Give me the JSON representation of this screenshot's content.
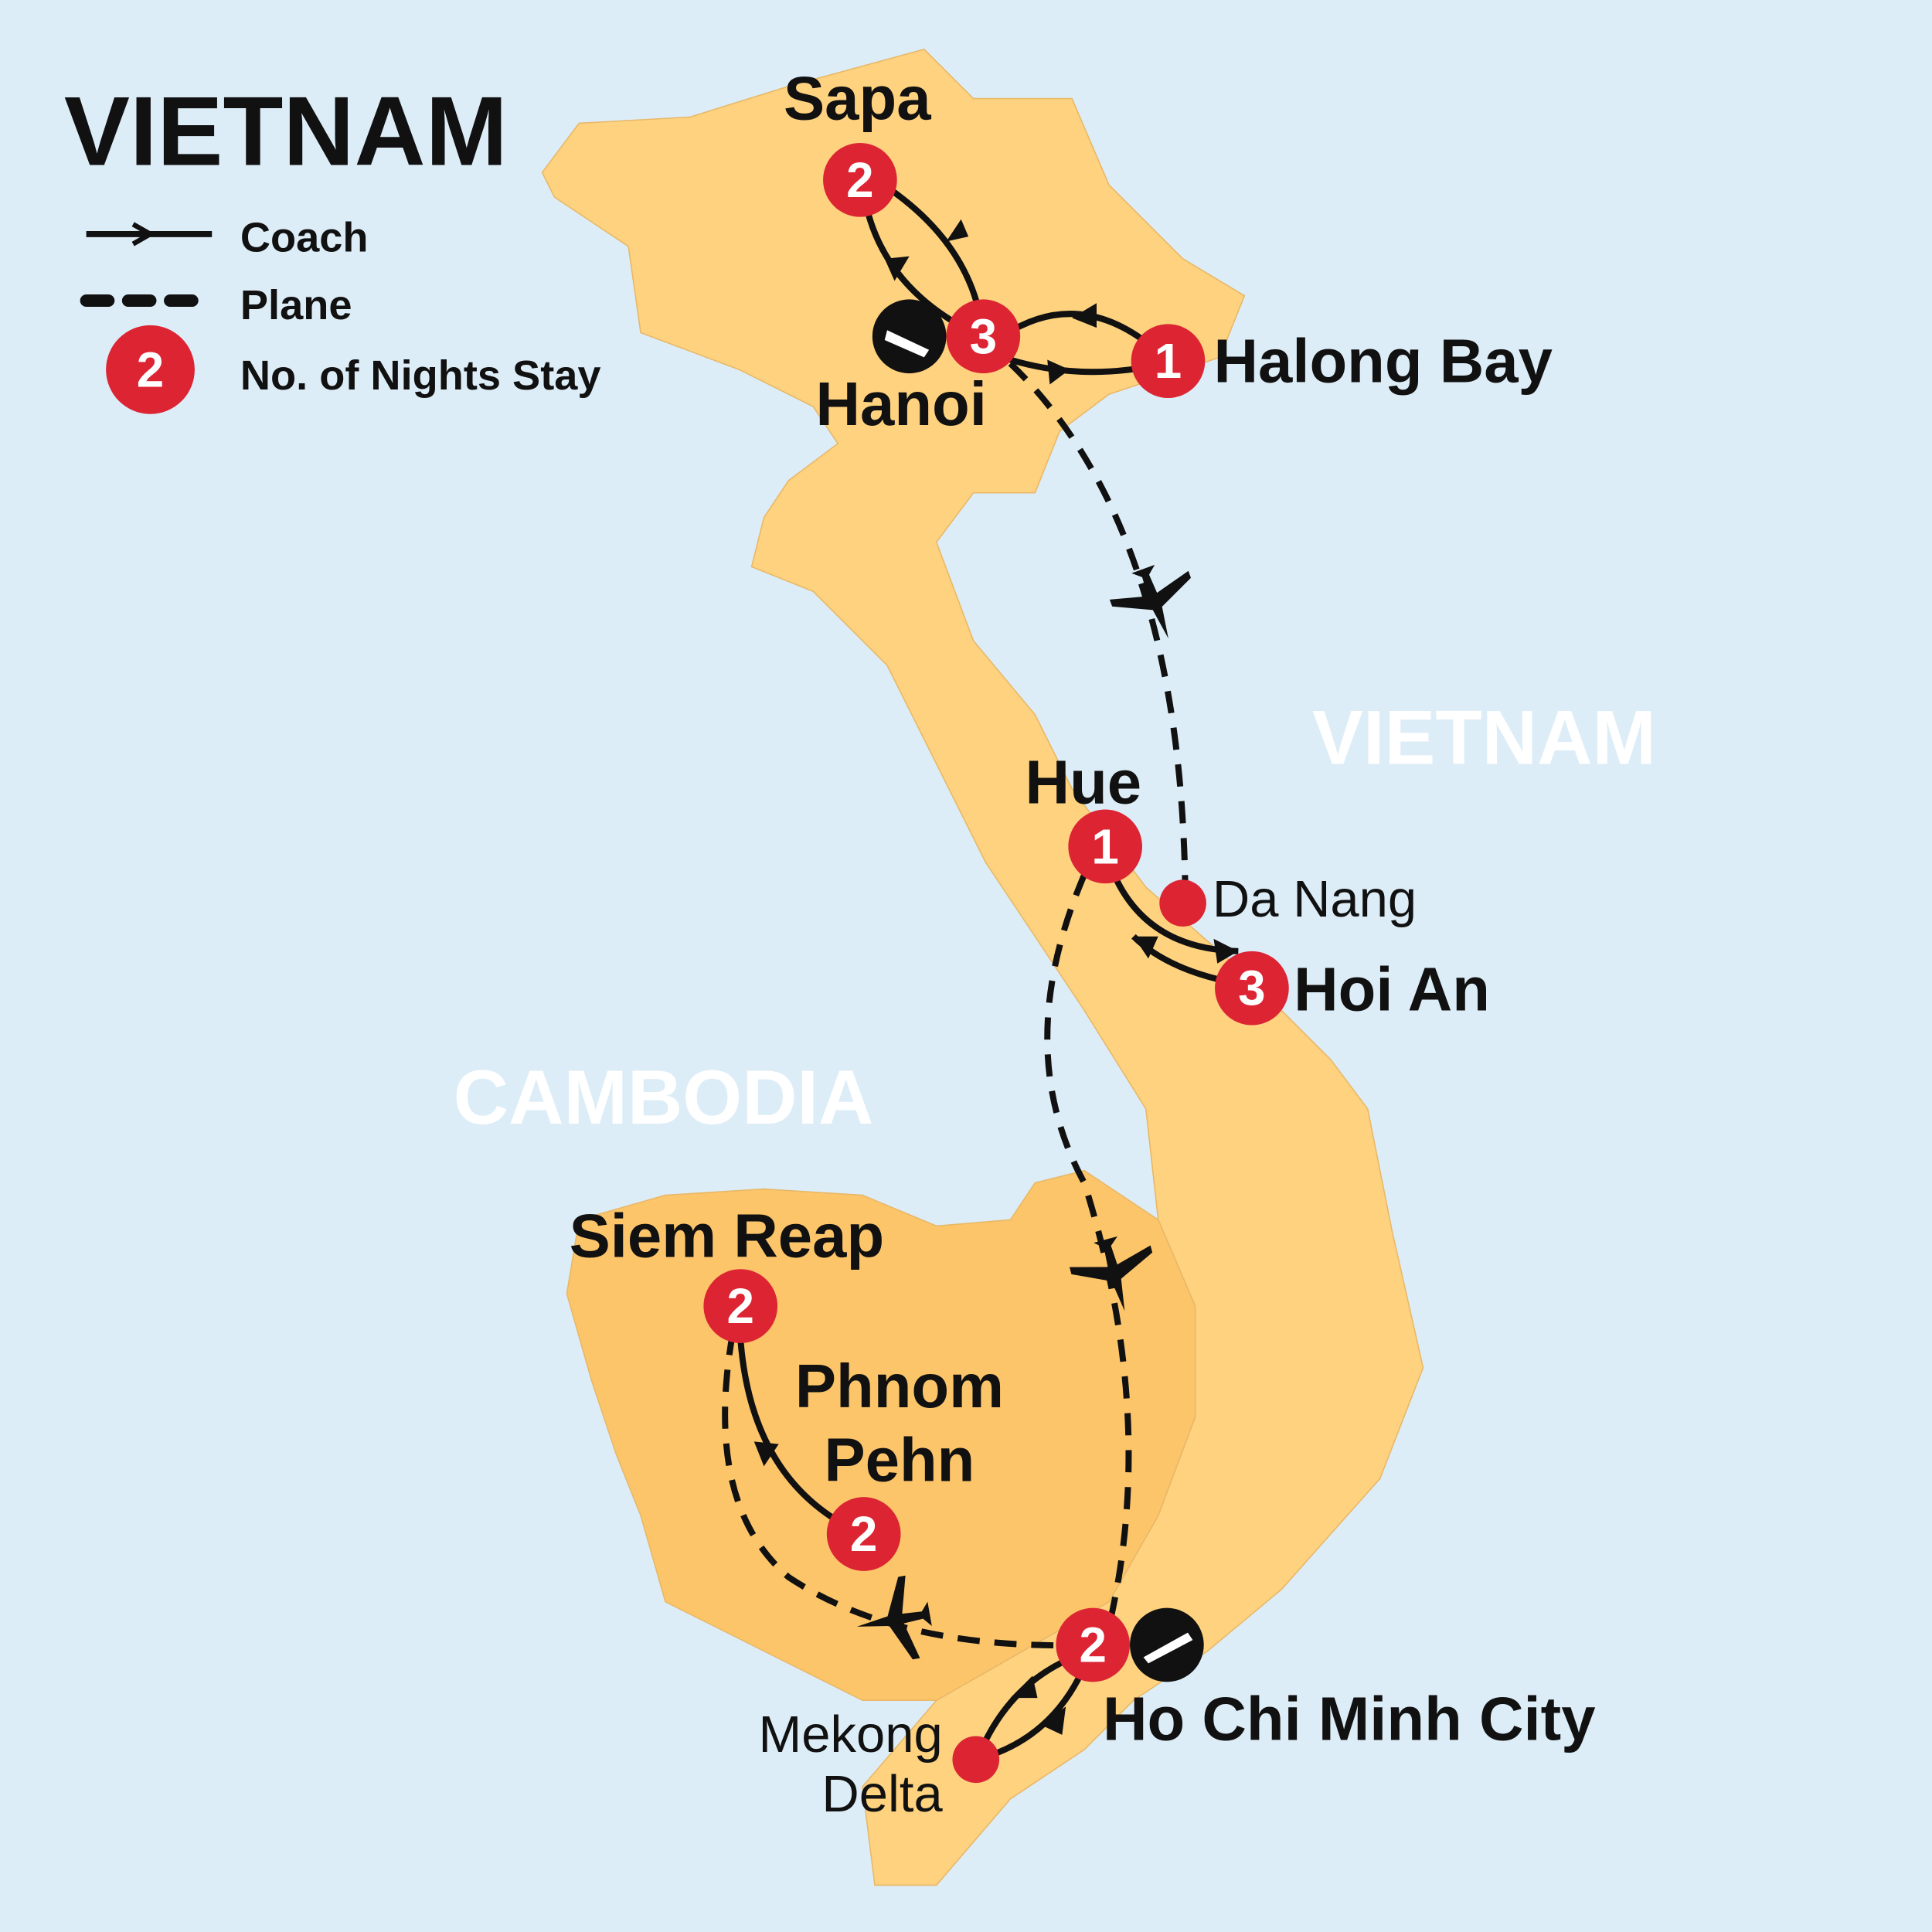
{
  "title": "VIETNAM",
  "legend": {
    "coach": "Coach",
    "plane": "Plane",
    "nights_sample": "2",
    "nights": "No. of Nights Stay"
  },
  "countries": {
    "vietnam": "VIETNAM",
    "cambodia": "CAMBODIA"
  },
  "stops": {
    "sapa": {
      "name": "Sapa",
      "nights": "2"
    },
    "hanoi": {
      "name": "Hanoi",
      "nights": "3"
    },
    "halong": {
      "name": "Halong Bay",
      "nights": "1"
    },
    "hue": {
      "name": "Hue",
      "nights": "1"
    },
    "danang": {
      "name": "Da Nang"
    },
    "hoian": {
      "name": "Hoi An",
      "nights": "3"
    },
    "siemreap": {
      "name": "Siem Reap",
      "nights": "2"
    },
    "phnompenh": {
      "name": "Phnom Pehn",
      "line1": "Phnom",
      "line2": "Pehn",
      "nights": "2"
    },
    "hcmc": {
      "name": "Ho Chi Minh City",
      "nights": "2"
    },
    "mekong": {
      "name": "Mekong Delta",
      "line1": "Mekong",
      "line2": "Delta"
    }
  },
  "colors": {
    "sea": "#ddedf7",
    "land": "#fed27f",
    "cambodia": "#fcc56a",
    "marker": "#dc2433",
    "route": "#111111"
  }
}
